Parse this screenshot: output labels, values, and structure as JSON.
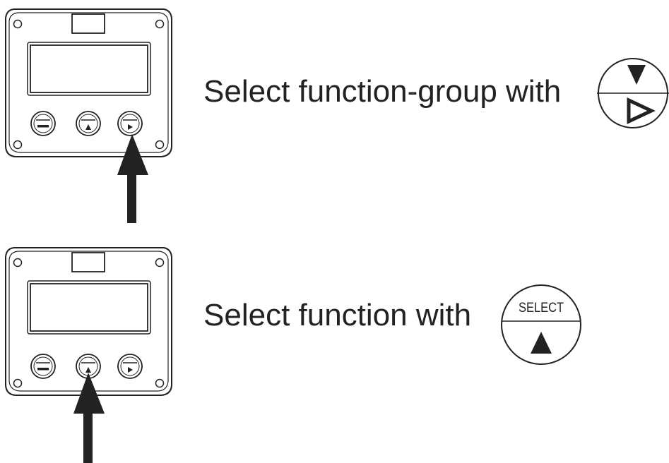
{
  "steps": [
    {
      "instruction": "Select function-group with",
      "key_icon": {
        "name": "down-right-key-icon",
        "top_symbol": "down-triangle-filled",
        "bottom_symbol": "right-triangle-outline"
      },
      "highlighted_button": "right-button"
    },
    {
      "instruction": "Select function with",
      "key_icon": {
        "name": "select-up-key-icon",
        "top_label": "SELECT",
        "bottom_symbol": "up-triangle-filled"
      },
      "highlighted_button": "middle-button"
    }
  ],
  "colors": {
    "line": "#222222",
    "text": "#222222",
    "arrow": "#222222",
    "background": "#ffffff"
  }
}
